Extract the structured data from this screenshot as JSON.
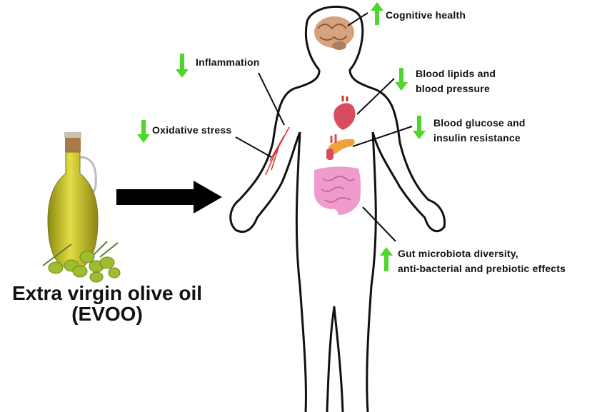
{
  "product": {
    "line1": "Extra virgin olive oil",
    "line2": "(EVOO)"
  },
  "effects": [
    {
      "label": "Cognitive health",
      "direction": "up"
    },
    {
      "label": "Inflammation",
      "direction": "down"
    },
    {
      "label_lines": [
        "Blood lipids and",
        "blood pressure"
      ],
      "direction": "down"
    },
    {
      "label": "Oxidative stress",
      "direction": "down"
    },
    {
      "label_lines": [
        "Blood glucose and",
        "insulin resistance"
      ],
      "direction": "down"
    },
    {
      "label_lines": [
        "Gut microbiota diversity,",
        "anti-bacterial and prebiotic effects"
      ],
      "direction": "up"
    }
  ],
  "colors": {
    "arrow_green": "#4fd62a",
    "outline": "#111111",
    "oil": "#c9c21f",
    "organ": "#d94b5f",
    "gut": "#ef9ccd"
  }
}
